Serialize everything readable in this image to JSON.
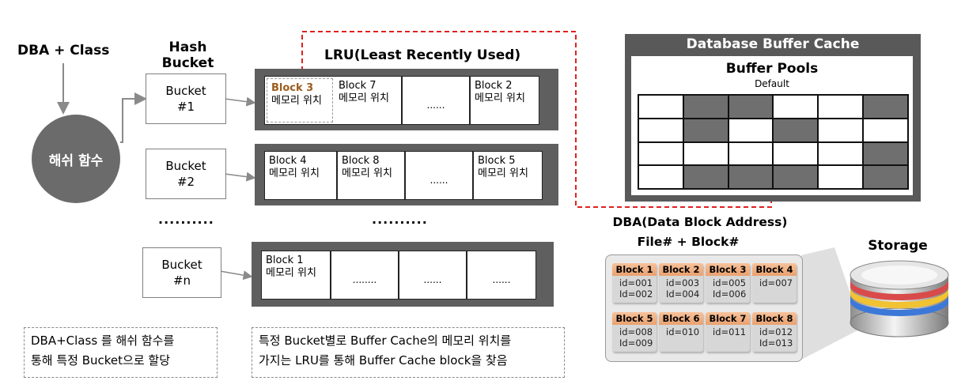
{
  "left": {
    "dba_class": "DBA + Class",
    "hash_bucket_title": "Hash\nBucket",
    "hash_function": "해쉬 함수",
    "buckets": [
      {
        "name": "Bucket",
        "num": "#1"
      },
      {
        "name": "Bucket",
        "num": "#2"
      },
      {
        "name": "Bucket",
        "num": "#n"
      }
    ],
    "bucket_dots": ".........."
  },
  "lru": {
    "title": "LRU(Least Recently Used)",
    "mid_dots": "..........",
    "rows": [
      {
        "cells": [
          {
            "title": "Block 3",
            "sub": "메모리 위치",
            "highlight": true
          },
          {
            "title": "Block 7",
            "sub": "메모리 위치"
          },
          {
            "title": "",
            "sub": "",
            "dots": "......"
          },
          {
            "title": "Block 2",
            "sub": "메모리 위치"
          }
        ]
      },
      {
        "cells": [
          {
            "title": "Block 4",
            "sub": "메모리 위치"
          },
          {
            "title": "Block 8",
            "sub": "메모리 위치"
          },
          {
            "title": "",
            "sub": "",
            "dots": "......"
          },
          {
            "title": "Block 5",
            "sub": "메모리 위치"
          }
        ]
      },
      {
        "cells": [
          {
            "title": "Block 1",
            "sub": "메모리 위치"
          },
          {
            "title": "",
            "sub": "",
            "dots": "........"
          },
          {
            "title": "",
            "sub": "",
            "dots": "......"
          },
          {
            "title": "",
            "sub": "",
            "dots": "......"
          }
        ]
      }
    ]
  },
  "notes": {
    "left": "DBA+Class 를 해쉬 함수를\n통해 특정 Bucket으로 할당",
    "right": "특정 Bucket별로 Buffer Cache의 메모리 위치를\n가지는 LRU를 통해 Buffer Cache block을 찾음"
  },
  "buffer_cache": {
    "title": "Database Buffer Cache",
    "pools_title": "Buffer Pools",
    "pools_sub": "Default",
    "grid": [
      [
        0,
        1,
        1,
        0,
        0,
        1
      ],
      [
        0,
        1,
        0,
        1,
        0,
        0
      ],
      [
        0,
        0,
        0,
        0,
        0,
        1
      ],
      [
        0,
        1,
        1,
        1,
        0,
        1
      ]
    ],
    "colors": {
      "dark": "#6f6f6f",
      "light": "#ffffff",
      "frame": "#595959"
    }
  },
  "dba": {
    "title": "DBA(Data Block Address)",
    "sub": "File# + Block#",
    "blocks": [
      {
        "name": "Block 1",
        "ids": "id=001\nId=002"
      },
      {
        "name": "Block 2",
        "ids": "id=003\nId=004"
      },
      {
        "name": "Block 3",
        "ids": "id=005\nId=006"
      },
      {
        "name": "Block 4",
        "ids": "id=007"
      },
      {
        "name": "Block 5",
        "ids": "id=008\nId=009"
      },
      {
        "name": "Block 6",
        "ids": "id=010"
      },
      {
        "name": "Block 7",
        "ids": "id=011"
      },
      {
        "name": "Block 8",
        "ids": "id=012\nId=013"
      }
    ]
  },
  "storage": {
    "label": "Storage"
  },
  "colors": {
    "accent_red": "#e02020",
    "bucket_gray": "#5f5f5f",
    "orange": "#eaa170"
  }
}
